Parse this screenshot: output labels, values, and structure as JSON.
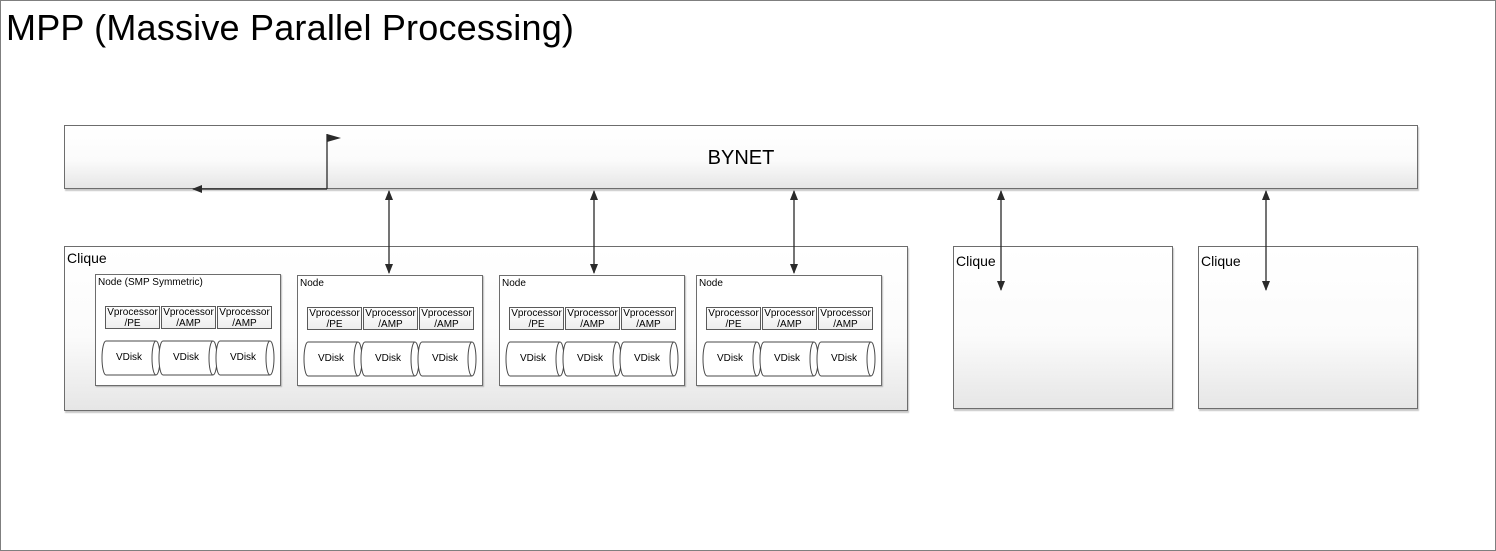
{
  "title": "MPP (Massive Parallel Processing)",
  "bynet": {
    "label": "BYNET"
  },
  "cliques": [
    {
      "label": "Clique",
      "nodes": [
        {
          "label": "Node (SMP Symmetric)",
          "vprocessors": [
            {
              "line1": "Vprocessor",
              "line2": "/PE"
            },
            {
              "line1": "Vprocessor",
              "line2": "/AMP"
            },
            {
              "line1": "Vprocessor",
              "line2": "/AMP"
            }
          ],
          "vdisks": [
            "VDisk",
            "VDisk",
            "VDisk"
          ]
        },
        {
          "label": "Node",
          "vprocessors": [
            {
              "line1": "Vprocessor",
              "line2": "/PE"
            },
            {
              "line1": "Vprocessor",
              "line2": "/AMP"
            },
            {
              "line1": "Vprocessor",
              "line2": "/AMP"
            }
          ],
          "vdisks": [
            "VDisk",
            "VDisk",
            "VDisk"
          ]
        },
        {
          "label": "Node",
          "vprocessors": [
            {
              "line1": "Vprocessor",
              "line2": "/PE"
            },
            {
              "line1": "Vprocessor",
              "line2": "/AMP"
            },
            {
              "line1": "Vprocessor",
              "line2": "/AMP"
            }
          ],
          "vdisks": [
            "VDisk",
            "VDisk",
            "VDisk"
          ]
        },
        {
          "label": "Node",
          "vprocessors": [
            {
              "line1": "Vprocessor",
              "line2": "/PE"
            },
            {
              "line1": "Vprocessor",
              "line2": "/AMP"
            },
            {
              "line1": "Vprocessor",
              "line2": "/AMP"
            }
          ],
          "vdisks": [
            "VDisk",
            "VDisk",
            "VDisk"
          ]
        }
      ]
    },
    {
      "label": "Clique",
      "nodes": []
    },
    {
      "label": "Clique",
      "nodes": []
    }
  ]
}
